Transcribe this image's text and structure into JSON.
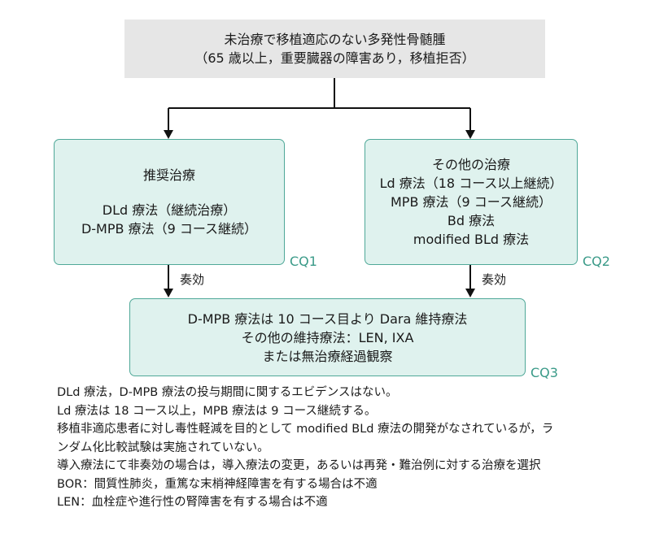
{
  "top_box": {
    "line1": "未治療で移植適応のない多発性骨髄腫",
    "line2": "（65 歳以上，重要臓器の障害あり，移植拒否）"
  },
  "left_box": {
    "heading": "推奨治療",
    "line1": "DLd 療法（継続治療）",
    "line2": "D-MPB 療法（9 コース継続）",
    "cq": "CQ1"
  },
  "right_box": {
    "heading": "その他の治療",
    "line1": "Ld 療法（18 コース以上継続）",
    "line2": "MPB 療法（9 コース継続）",
    "line3": "Bd 療法",
    "line4": "modified BLd 療法",
    "cq": "CQ2"
  },
  "arrow_labels": {
    "left": "奏効",
    "right": "奏効"
  },
  "bottom_box": {
    "line1": "D-MPB 療法は 10 コース目より Dara 維持療法",
    "line2": "その他の維持療法：LEN, IXA",
    "line3": "または無治療経過観察",
    "cq": "CQ3"
  },
  "notes": [
    "DLd 療法，D-MPB 療法の投与期間に関するエビデンスはない。",
    "Ld 療法は 18 コース以上，MPB 療法は 9 コース継続する。",
    "移植非適応患者に対し毒性軽減を目的として modified BLd 療法の開発がなされているが，ラ",
    "ンダム化比較試験は実施されていない。",
    "導入療法にて非奏効の場合は，導入療法の変更，あるいは再発・難治例に対する治療を選択",
    "BOR：間質性肺炎，重篤な末梢神経障害を有する場合は不適",
    "LEN：血栓症や進行性の腎障害を有する場合は不適"
  ]
}
